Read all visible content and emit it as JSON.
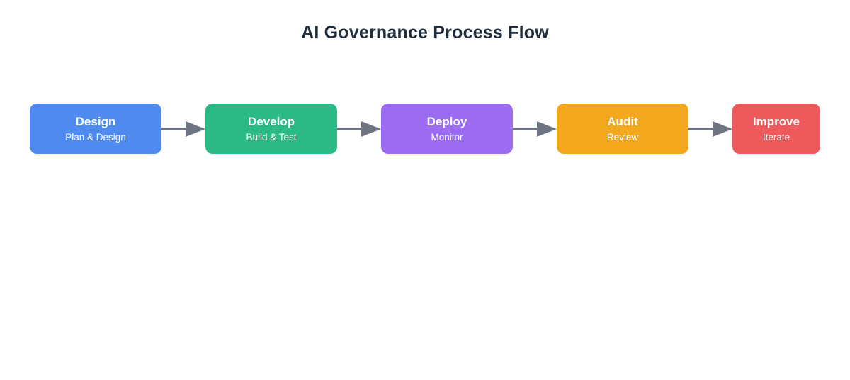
{
  "page": {
    "title": "AI Governance Process Flow",
    "title_color": "#1f2d3d",
    "background_color": "#ffffff"
  },
  "flow": {
    "arrow_color": "#6d7582",
    "arrow_icon": "right-arrow",
    "nodes": [
      {
        "label": "Design",
        "sublabel": "Plan & Design",
        "color": "#4f8bef"
      },
      {
        "label": "Develop",
        "sublabel": "Build & Test",
        "color": "#2bb985"
      },
      {
        "label": "Deploy",
        "sublabel": "Monitor",
        "color": "#9b6cf0"
      },
      {
        "label": "Audit",
        "sublabel": "Review",
        "color": "#f3a71d"
      },
      {
        "label": "Improve",
        "sublabel": "Iterate",
        "color": "#ee5a5b"
      }
    ]
  }
}
